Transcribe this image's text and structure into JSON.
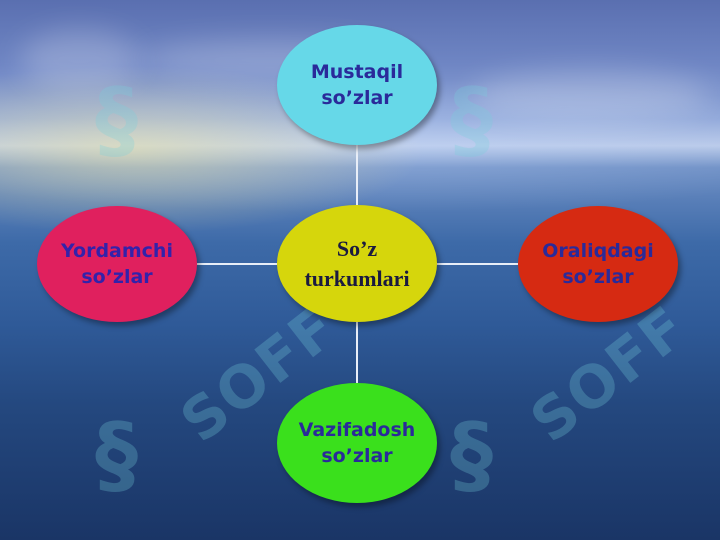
{
  "diagram": {
    "center": {
      "line1": "So’z",
      "line2": "turkumlari",
      "fill": "#d6d60c",
      "text_color": "#1a1a40"
    },
    "top": {
      "line1": "Mustaqil",
      "line2": "so’zlar",
      "fill": "#66d8e8",
      "text_color": "#2a2a9a"
    },
    "left": {
      "line1": "Yordamchi",
      "line2": "so’zlar",
      "fill": "#e0205e",
      "text_color": "#3322aa"
    },
    "right": {
      "line1": "Oraliqdagi",
      "line2": "so’zlar",
      "fill": "#d62a12",
      "text_color": "#2a2a9a"
    },
    "bottom": {
      "line1": "Vazifadosh",
      "line2": "so’zlar",
      "fill": "#3ae01c",
      "text_color": "#2a2a9a"
    },
    "connector_color": "#e8eef8"
  },
  "watermark": {
    "text": "SOFF",
    "symbol": "§"
  }
}
